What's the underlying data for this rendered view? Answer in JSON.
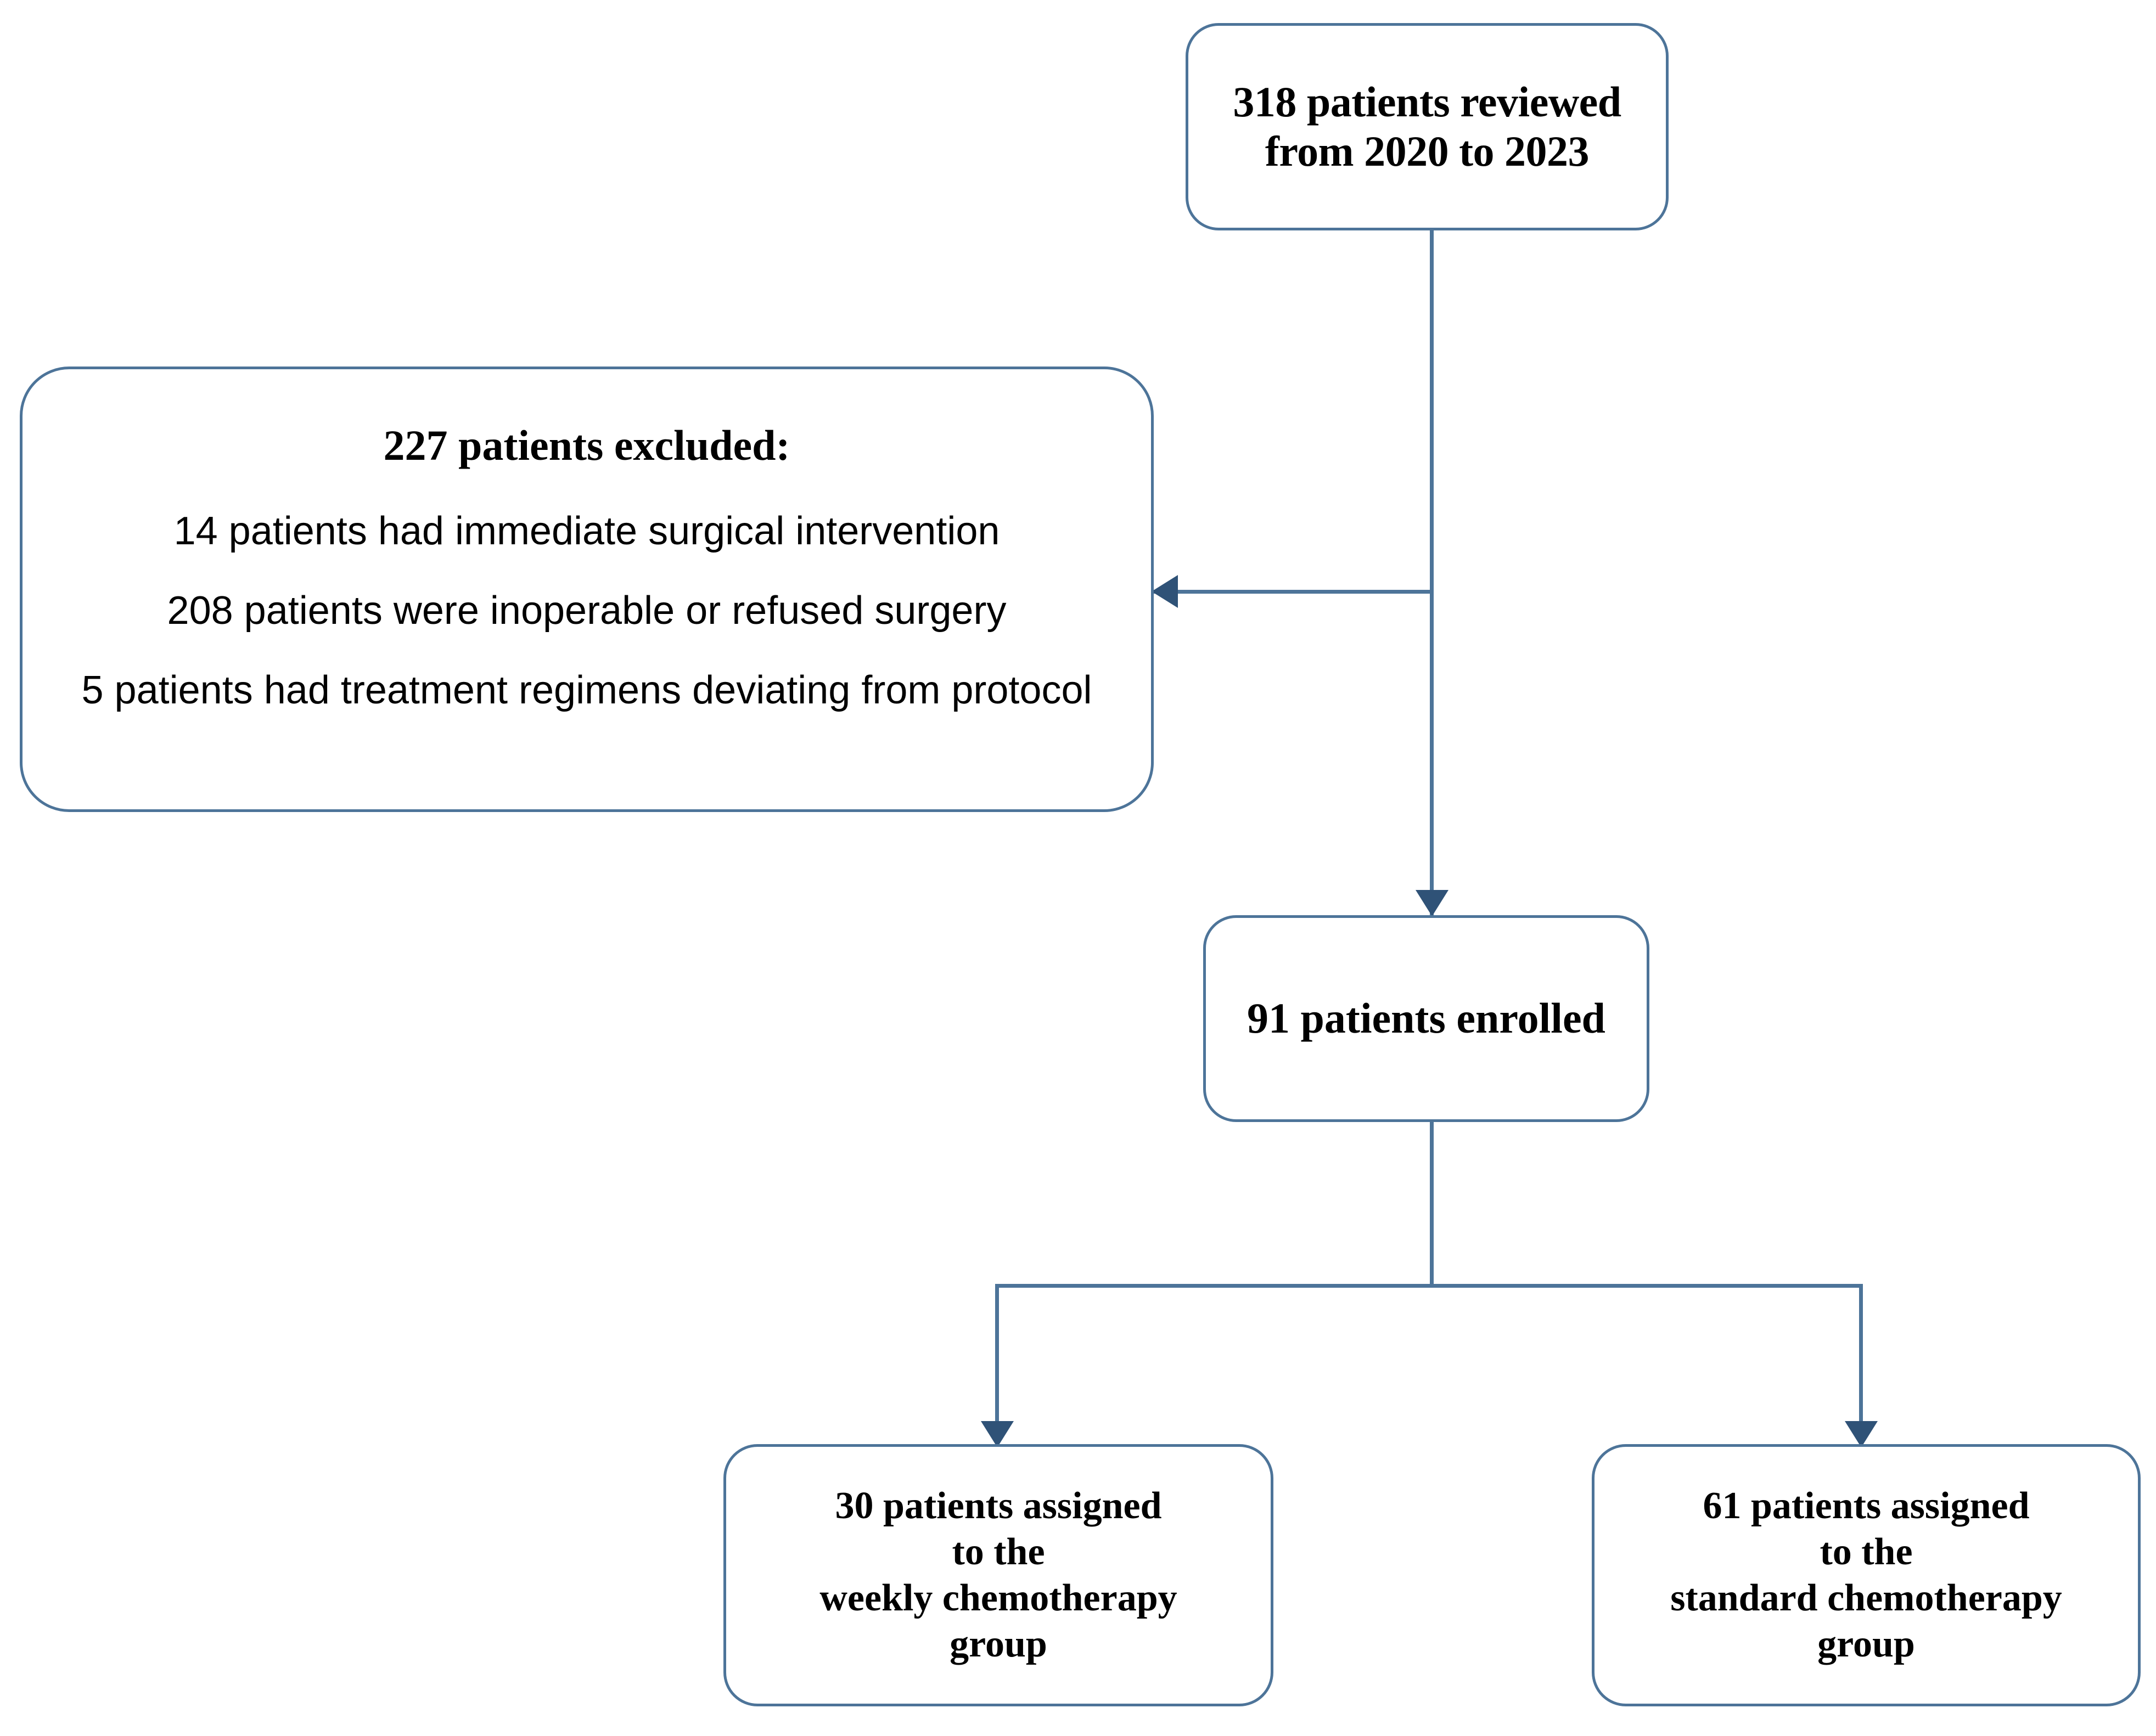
{
  "diagram": {
    "type": "patient-flow-consort",
    "accent_color": "#4d7499",
    "arrowhead_color": "#2f5277",
    "background_color": "#ffffff"
  },
  "nodes": {
    "reviewed": {
      "lines": [
        "318 patients reviewed",
        "from 2020 to 2023"
      ],
      "count": 318
    },
    "excluded": {
      "title": "227 patients excluded:",
      "count": 227,
      "reasons": [
        "14 patients had immediate surgical intervention",
        "208 patients were inoperable or refused surgery",
        "5 patients had treatment regimens deviating from protocol"
      ]
    },
    "enrolled": {
      "lines": [
        "91 patients enrolled"
      ],
      "count": 91
    },
    "weekly_arm": {
      "lines": [
        "30 patients assigned",
        "to the",
        "weekly chemotherapy",
        "group"
      ],
      "count": 30
    },
    "standard_arm": {
      "lines": [
        "61 patients assigned",
        "to the",
        "standard chemotherapy",
        "group"
      ],
      "count": 61
    }
  },
  "connectors": {
    "reviewed_to_enrolled": "down-arrow",
    "reviewed_to_excluded": "left-arrow",
    "enrolled_to_weekly": "down-arrow",
    "enrolled_to_standard": "down-arrow"
  }
}
